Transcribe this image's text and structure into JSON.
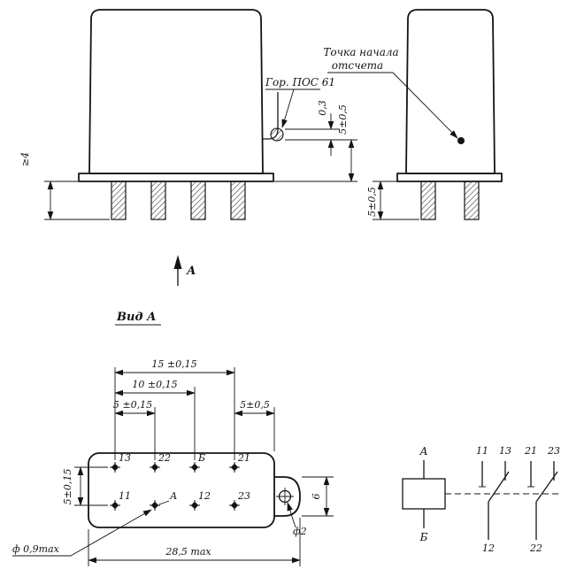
{
  "colors": {
    "background": "#ffffff",
    "ink": "#141414"
  },
  "front_view": {
    "pin_length_dim": "≥4",
    "solder_label": "Гор. ПОС 61",
    "dim_0_3": "0,3",
    "dim_5": "5±0,5"
  },
  "side_view": {
    "ref_point_line1": "Точка начала",
    "ref_point_line2": "отсчета",
    "dim_5": "5±0,5"
  },
  "view_arrow": {
    "label": "А"
  },
  "view_a_title": "Вид А",
  "bottom_view": {
    "dim_15": "15 ±0,15",
    "dim_10": "10 ±0,15",
    "dim_5_cols": "5 ±0,15",
    "dim_5_edge": "5±0,5",
    "dim_5_rows": "5±0,15",
    "pins_top": [
      "13",
      "22",
      "Б",
      "21"
    ],
    "pins_bottom": [
      "11",
      "12",
      "23"
    ],
    "datum_label": "А",
    "pin_dia": "ф 0,9max",
    "overall_dim": "28,5 max",
    "hole_dia": "ф2",
    "tab_dim": "6"
  },
  "schematic": {
    "coil_top": "А",
    "coil_bottom": "Б",
    "top_terminals": [
      "11",
      "13",
      "21",
      "23"
    ],
    "bottom_terminals": [
      "12",
      "22"
    ]
  }
}
